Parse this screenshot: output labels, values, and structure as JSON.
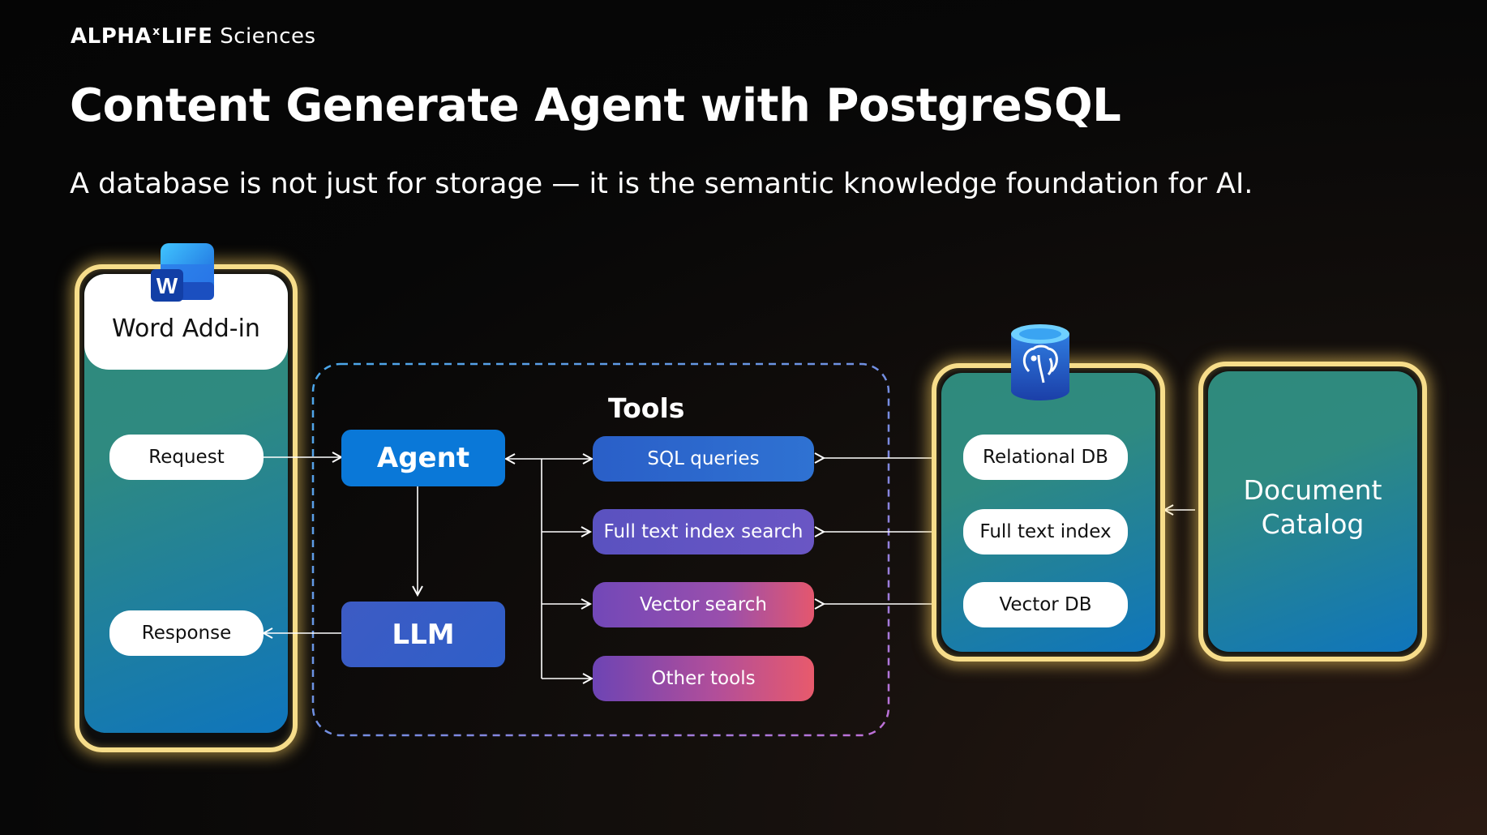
{
  "header": {
    "logo_brand": "ALPHA",
    "logo_mark": "x",
    "logo_life": "LIFE",
    "logo_sub": "Sciences",
    "title": "Content Generate Agent with PostgreSQL",
    "subtitle": "A database is not just for storage — it is the semantic knowledge foundation for AI."
  },
  "word_addin": {
    "label": "Word Add-in",
    "icon": "word-icon",
    "icon_letter": "W",
    "request": "Request",
    "response": "Response"
  },
  "core": {
    "agent": "Agent",
    "llm": "LLM"
  },
  "tools": {
    "title": "Tools",
    "sql": "SQL queries",
    "fulltext": "Full text index search",
    "vector": "Vector search",
    "other": "Other tools"
  },
  "database": {
    "icon": "postgresql-icon",
    "relational": "Relational DB",
    "fulltext": "Full text index",
    "vector": "Vector DB"
  },
  "catalog": {
    "line1": "Document",
    "line2": "Catalog"
  },
  "colors": {
    "glow": "#f7dd8a",
    "panel_top": "#2f8a7c",
    "panel_bottom": "#0f75bc",
    "agent": "#0a78d8",
    "llm": "#3a58c0",
    "tool_blue": "#2a6ad0",
    "tool_purple": "#7a48b8",
    "tool_pink": "#e4576e"
  }
}
